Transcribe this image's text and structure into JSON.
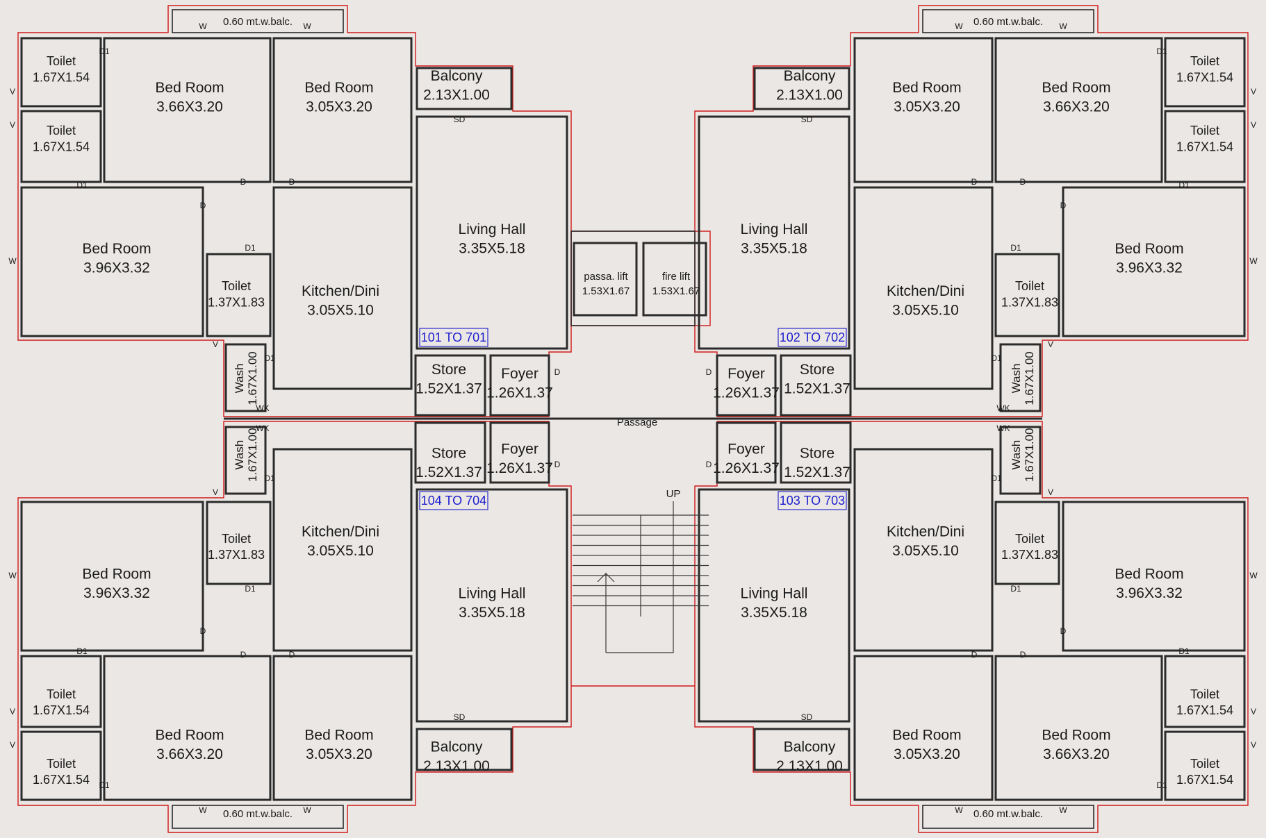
{
  "passage": "Passage",
  "stair_up": "UP",
  "lifts": [
    {
      "name": "passa. lift",
      "size": "1.53X1.67"
    },
    {
      "name": "fire lift",
      "size": "1.53X1.67"
    }
  ],
  "flats": {
    "tl": {
      "tag": "101 TO 701",
      "balc_top": "0.60 mt.w.balc.",
      "rooms": [
        {
          "id": "toilet-a",
          "name": "Toilet",
          "size": "1.67X1.54"
        },
        {
          "id": "toilet-b",
          "name": "Toilet",
          "size": "1.67X1.54"
        },
        {
          "id": "bed-1",
          "name": "Bed Room",
          "size": "3.66X3.20"
        },
        {
          "id": "bed-2",
          "name": "Bed Room",
          "size": "3.05X3.20"
        },
        {
          "id": "bed-3",
          "name": "Bed Room",
          "size": "3.96X3.32"
        },
        {
          "id": "toilet-c",
          "name": "Toilet",
          "size": "1.37X1.83"
        },
        {
          "id": "kitchen",
          "name": "Kitchen/Dini",
          "size": "3.05X5.10"
        },
        {
          "id": "balcony",
          "name": "Balcony",
          "size": "2.13X1.00"
        },
        {
          "id": "living",
          "name": "Living Hall",
          "size": "3.35X5.18"
        },
        {
          "id": "store",
          "name": "Store",
          "size": "1.52X1.37"
        },
        {
          "id": "foyer",
          "name": "Foyer",
          "size": "1.26X1.37"
        },
        {
          "id": "wash",
          "name": "Wash",
          "size": "1.67X1.00"
        }
      ]
    },
    "tr": {
      "tag": "102 TO 702",
      "balc_top": "0.60 mt.w.balc.",
      "rooms": [
        {
          "id": "toilet-a",
          "name": "Toilet",
          "size": "1.67X1.54"
        },
        {
          "id": "toilet-b",
          "name": "Toilet",
          "size": "1.67X1.54"
        },
        {
          "id": "bed-1",
          "name": "Bed Room",
          "size": "3.66X3.20"
        },
        {
          "id": "bed-2",
          "name": "Bed Room",
          "size": "3.05X3.20"
        },
        {
          "id": "bed-3",
          "name": "Bed Room",
          "size": "3.96X3.32"
        },
        {
          "id": "toilet-c",
          "name": "Toilet",
          "size": "1.37X1.83"
        },
        {
          "id": "kitchen",
          "name": "Kitchen/Dini",
          "size": "3.05X5.10"
        },
        {
          "id": "balcony",
          "name": "Balcony",
          "size": "2.13X1.00"
        },
        {
          "id": "living",
          "name": "Living Hall",
          "size": "3.35X5.18"
        },
        {
          "id": "store",
          "name": "Store",
          "size": "1.52X1.37"
        },
        {
          "id": "foyer",
          "name": "Foyer",
          "size": "1.26X1.37"
        },
        {
          "id": "wash",
          "name": "Wash",
          "size": "1.67X1.00"
        }
      ]
    },
    "bl": {
      "tag": "104 TO 704",
      "balc_bot": "0.60 mt.w.balc.",
      "rooms": [
        {
          "id": "toilet-a",
          "name": "Toilet",
          "size": "1.67X1.54"
        },
        {
          "id": "toilet-b",
          "name": "Toilet",
          "size": "1.67X1.54"
        },
        {
          "id": "bed-1",
          "name": "Bed Room",
          "size": "3.66X3.20"
        },
        {
          "id": "bed-2",
          "name": "Bed Room",
          "size": "3.05X3.20"
        },
        {
          "id": "bed-3",
          "name": "Bed Room",
          "size": "3.96X3.32"
        },
        {
          "id": "toilet-c",
          "name": "Toilet",
          "size": "1.37X1.83"
        },
        {
          "id": "kitchen",
          "name": "Kitchen/Dini",
          "size": "3.05X5.10"
        },
        {
          "id": "balcony",
          "name": "Balcony",
          "size": "2.13X1.00"
        },
        {
          "id": "living",
          "name": "Living Hall",
          "size": "3.35X5.18"
        },
        {
          "id": "store",
          "name": "Store",
          "size": "1.52X1.37"
        },
        {
          "id": "foyer",
          "name": "Foyer",
          "size": "1.26X1.37"
        },
        {
          "id": "wash",
          "name": "Wash",
          "size": "1.67X1.00"
        }
      ]
    },
    "br": {
      "tag": "103 TO 703",
      "balc_bot": "0.60 mt.w.balc.",
      "rooms": [
        {
          "id": "toilet-a",
          "name": "Toilet",
          "size": "1.67X1.54"
        },
        {
          "id": "toilet-b",
          "name": "Toilet",
          "size": "1.67X1.54"
        },
        {
          "id": "bed-1",
          "name": "Bed Room",
          "size": "3.66X3.20"
        },
        {
          "id": "bed-2",
          "name": "Bed Room",
          "size": "3.05X3.20"
        },
        {
          "id": "bed-3",
          "name": "Bed Room",
          "size": "3.96X3.32"
        },
        {
          "id": "toilet-c",
          "name": "Toilet",
          "size": "1.37X1.83"
        },
        {
          "id": "kitchen",
          "name": "Kitchen/Dini",
          "size": "3.05X5.10"
        },
        {
          "id": "balcony",
          "name": "Balcony",
          "size": "2.13X1.00"
        },
        {
          "id": "living",
          "name": "Living Hall",
          "size": "3.35X5.18"
        },
        {
          "id": "store",
          "name": "Store",
          "size": "1.52X1.37"
        },
        {
          "id": "foyer",
          "name": "Foyer",
          "size": "1.26X1.37"
        },
        {
          "id": "wash",
          "name": "Wash",
          "size": "1.67X1.00"
        }
      ]
    }
  },
  "marks": {
    "door": "D",
    "door1": "D1",
    "window": "W",
    "vent": "V",
    "sliding": "SD",
    "wk": "WK"
  }
}
